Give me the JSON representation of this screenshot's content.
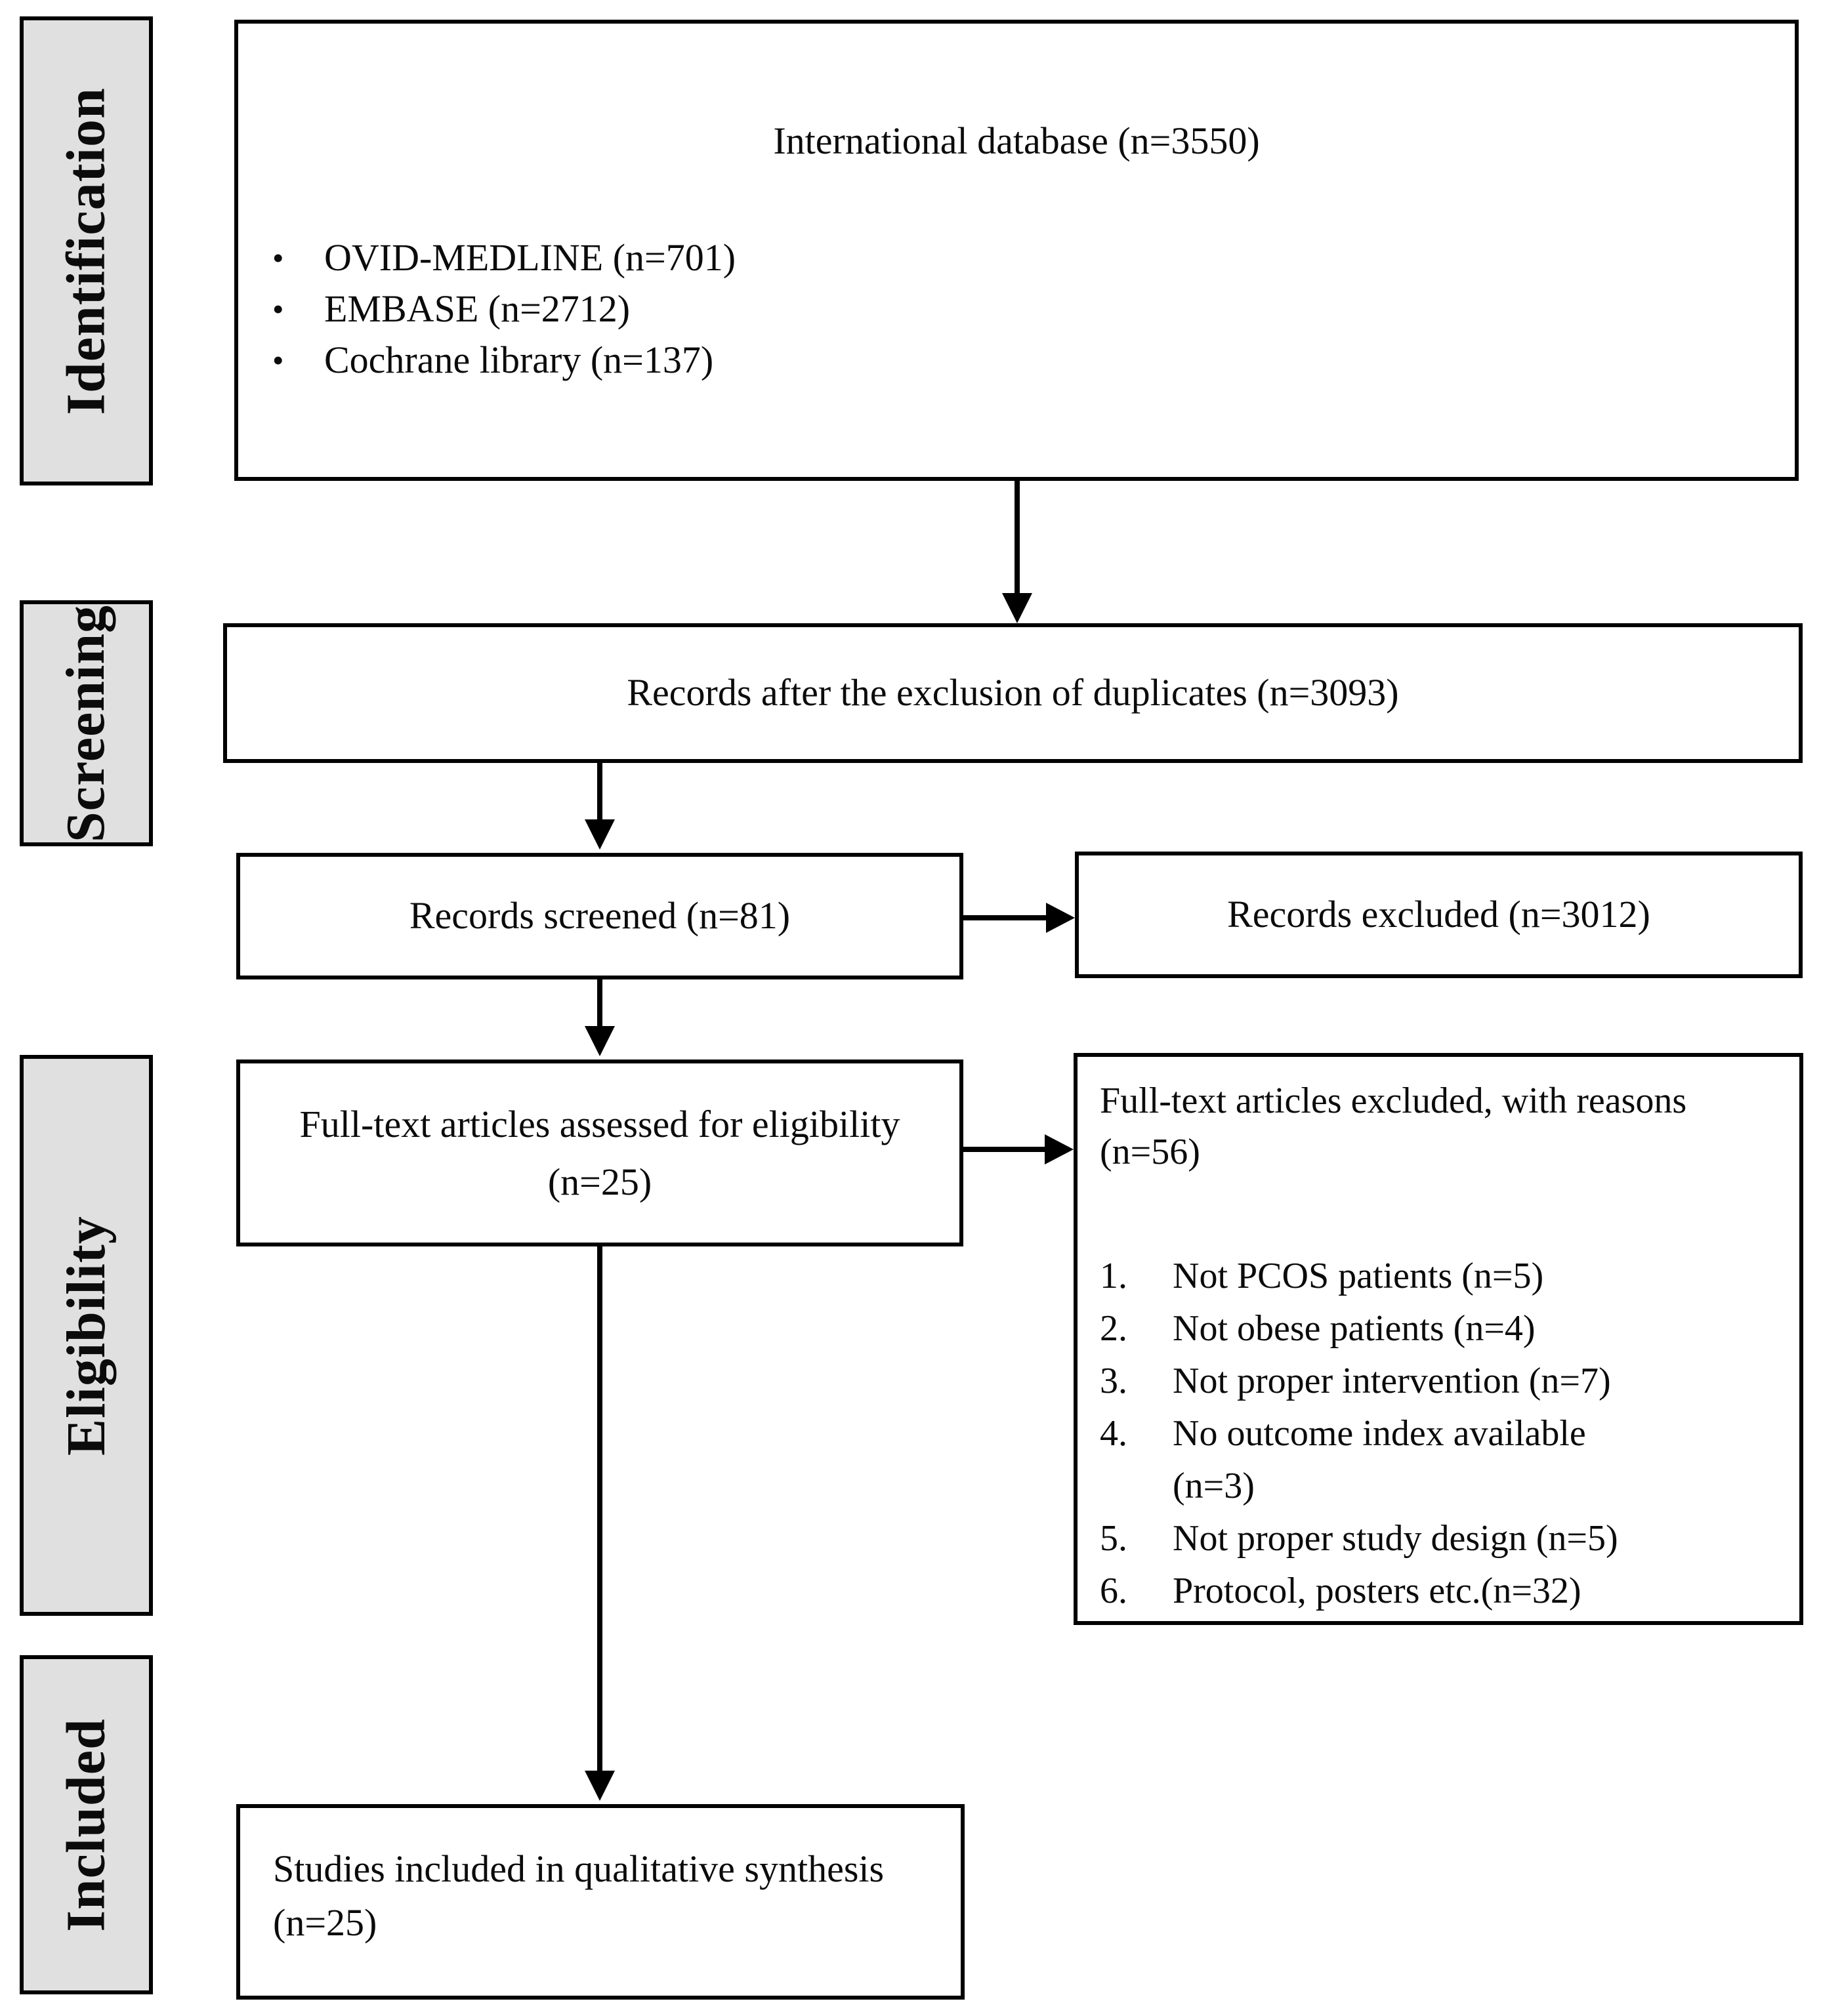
{
  "diagram": {
    "stages": [
      {
        "label": "Identification"
      },
      {
        "label": "Screening"
      },
      {
        "label": "Eligibility"
      },
      {
        "label": "Included"
      }
    ],
    "identification_box": {
      "title": "International database (n=3550)",
      "bullet_glyph": "•",
      "sources": [
        {
          "name": "OVID-MEDLINE  (n=701)"
        },
        {
          "name": "EMBASE  (n=2712)"
        },
        {
          "name": "Cochrane library (n=137)"
        }
      ]
    },
    "duplicates_box": {
      "text": "Records after the exclusion of duplicates (n=3093)"
    },
    "screened_box": {
      "text": "Records screened (n=81)"
    },
    "records_excluded_box": {
      "text": "Records excluded (n=3012)"
    },
    "fulltext_box": {
      "text": "Full-text articles assessed for eligibility  (n=25)"
    },
    "fulltext_excluded_box": {
      "title": "Full-text articles excluded, with reasons (n=56)",
      "reasons": [
        {
          "num": "1.",
          "text": "Not PCOS patients (n=5)",
          "text2": ""
        },
        {
          "num": "2.",
          "text": "Not obese patients (n=4)",
          "text2": ""
        },
        {
          "num": "3.",
          "text": "Not proper intervention (n=7)",
          "text2": ""
        },
        {
          "num": "4.",
          "text": "No outcome index available",
          "text2": "(n=3)"
        },
        {
          "num": "5.",
          "text": "Not proper study design (n=5)",
          "text2": ""
        },
        {
          "num": "6.",
          "text": "Protocol, posters etc.(n=32)",
          "text2": ""
        }
      ]
    },
    "included_box": {
      "text": "Studies included in qualitative synthesis (n=25)"
    }
  },
  "colors": {
    "stage_fill": "#e0e0e0",
    "box_fill": "#ffffff",
    "line": "#000000",
    "text": "#0b0b0b"
  }
}
